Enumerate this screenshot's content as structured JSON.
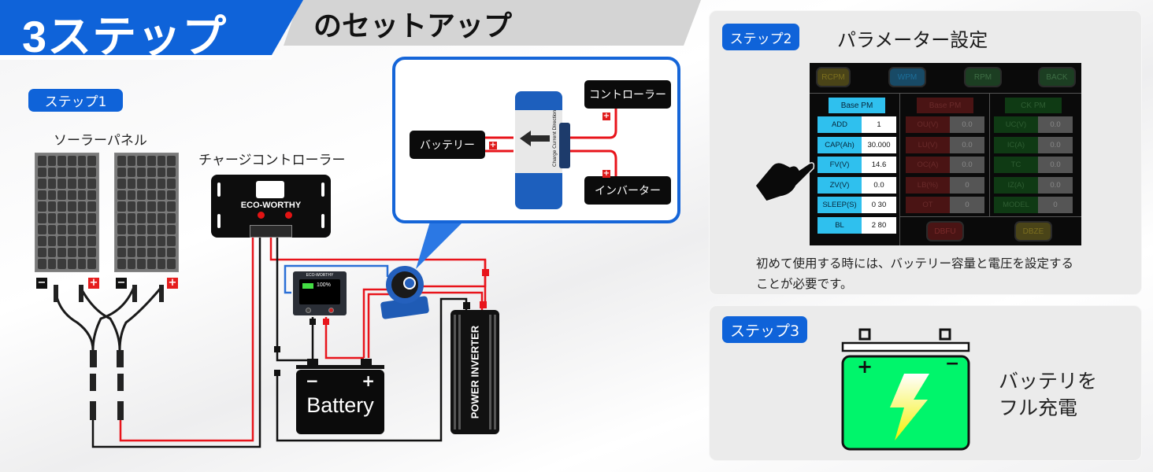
{
  "header": {
    "title": "3ステップ",
    "subtitle": "のセットアップ"
  },
  "step1": {
    "badge": "ステップ1",
    "solar_panel_label": "ソーラーパネル",
    "controller_label": "チャージコントローラー",
    "controller_brand": "ECO-WORTHY",
    "polarity_negative": "−",
    "polarity_positive": "+",
    "popup": {
      "battery_tag": "バッテリー",
      "controller_tag": "コントローラー",
      "inverter_tag": "インバーター",
      "sensor_label": "Charge Current Direction"
    },
    "monitor_brand": "ECO-WORTHY",
    "monitor_percent": "100%",
    "battery_label": "Battery",
    "battery_neg": "−",
    "battery_pos": "+",
    "inverter_label": "POWER INVERTER"
  },
  "step2": {
    "badge": "ステップ2",
    "title": "パラメーター設定",
    "screen": {
      "top_buttons": [
        "RCPM",
        "WPM",
        "RPM",
        "BACK"
      ],
      "columns": [
        {
          "header": "Base PM",
          "rows": [
            {
              "key": "ADD",
              "value": "1"
            },
            {
              "key": "CAP(Ah)",
              "value": "30.000"
            },
            {
              "key": "FV(V)",
              "value": "14.6"
            },
            {
              "key": "ZV(V)",
              "value": "0.0"
            },
            {
              "key": "SLEEP(S)",
              "value": "0    30"
            },
            {
              "key": "BL",
              "value": "2    80"
            }
          ]
        },
        {
          "header": "Base PM",
          "rows": [
            {
              "key": "OU(V)",
              "value": "0.0"
            },
            {
              "key": "LU(V)",
              "value": "0.0"
            },
            {
              "key": "OC(A)",
              "value": "0.0"
            },
            {
              "key": "LB(%)",
              "value": "0"
            },
            {
              "key": "OT",
              "value": "0"
            }
          ]
        },
        {
          "header": "CK  PM",
          "rows": [
            {
              "key": "UC(V)",
              "value": "0.0"
            },
            {
              "key": "IC(A)",
              "value": "0.0"
            },
            {
              "key": "TC",
              "value": "0.0"
            },
            {
              "key": "IZ(A)",
              "value": "0.0"
            },
            {
              "key": "MODEL",
              "value": "0"
            }
          ]
        }
      ],
      "bottom_buttons": [
        "DBFU",
        "DBZE"
      ]
    },
    "description_line1": "初めて使用する時には、バッテリー容量と電圧を設定する",
    "description_line2": "ことが必要です。"
  },
  "step3": {
    "badge": "ステップ3",
    "text_line1": "バッテリを",
    "text_line2": "フル充電",
    "battery_plus": "+",
    "battery_minus": "−"
  },
  "colors": {
    "accent_blue": "#0f63d9",
    "wire_red": "#e8141b",
    "battery_green": "#00f56b"
  }
}
